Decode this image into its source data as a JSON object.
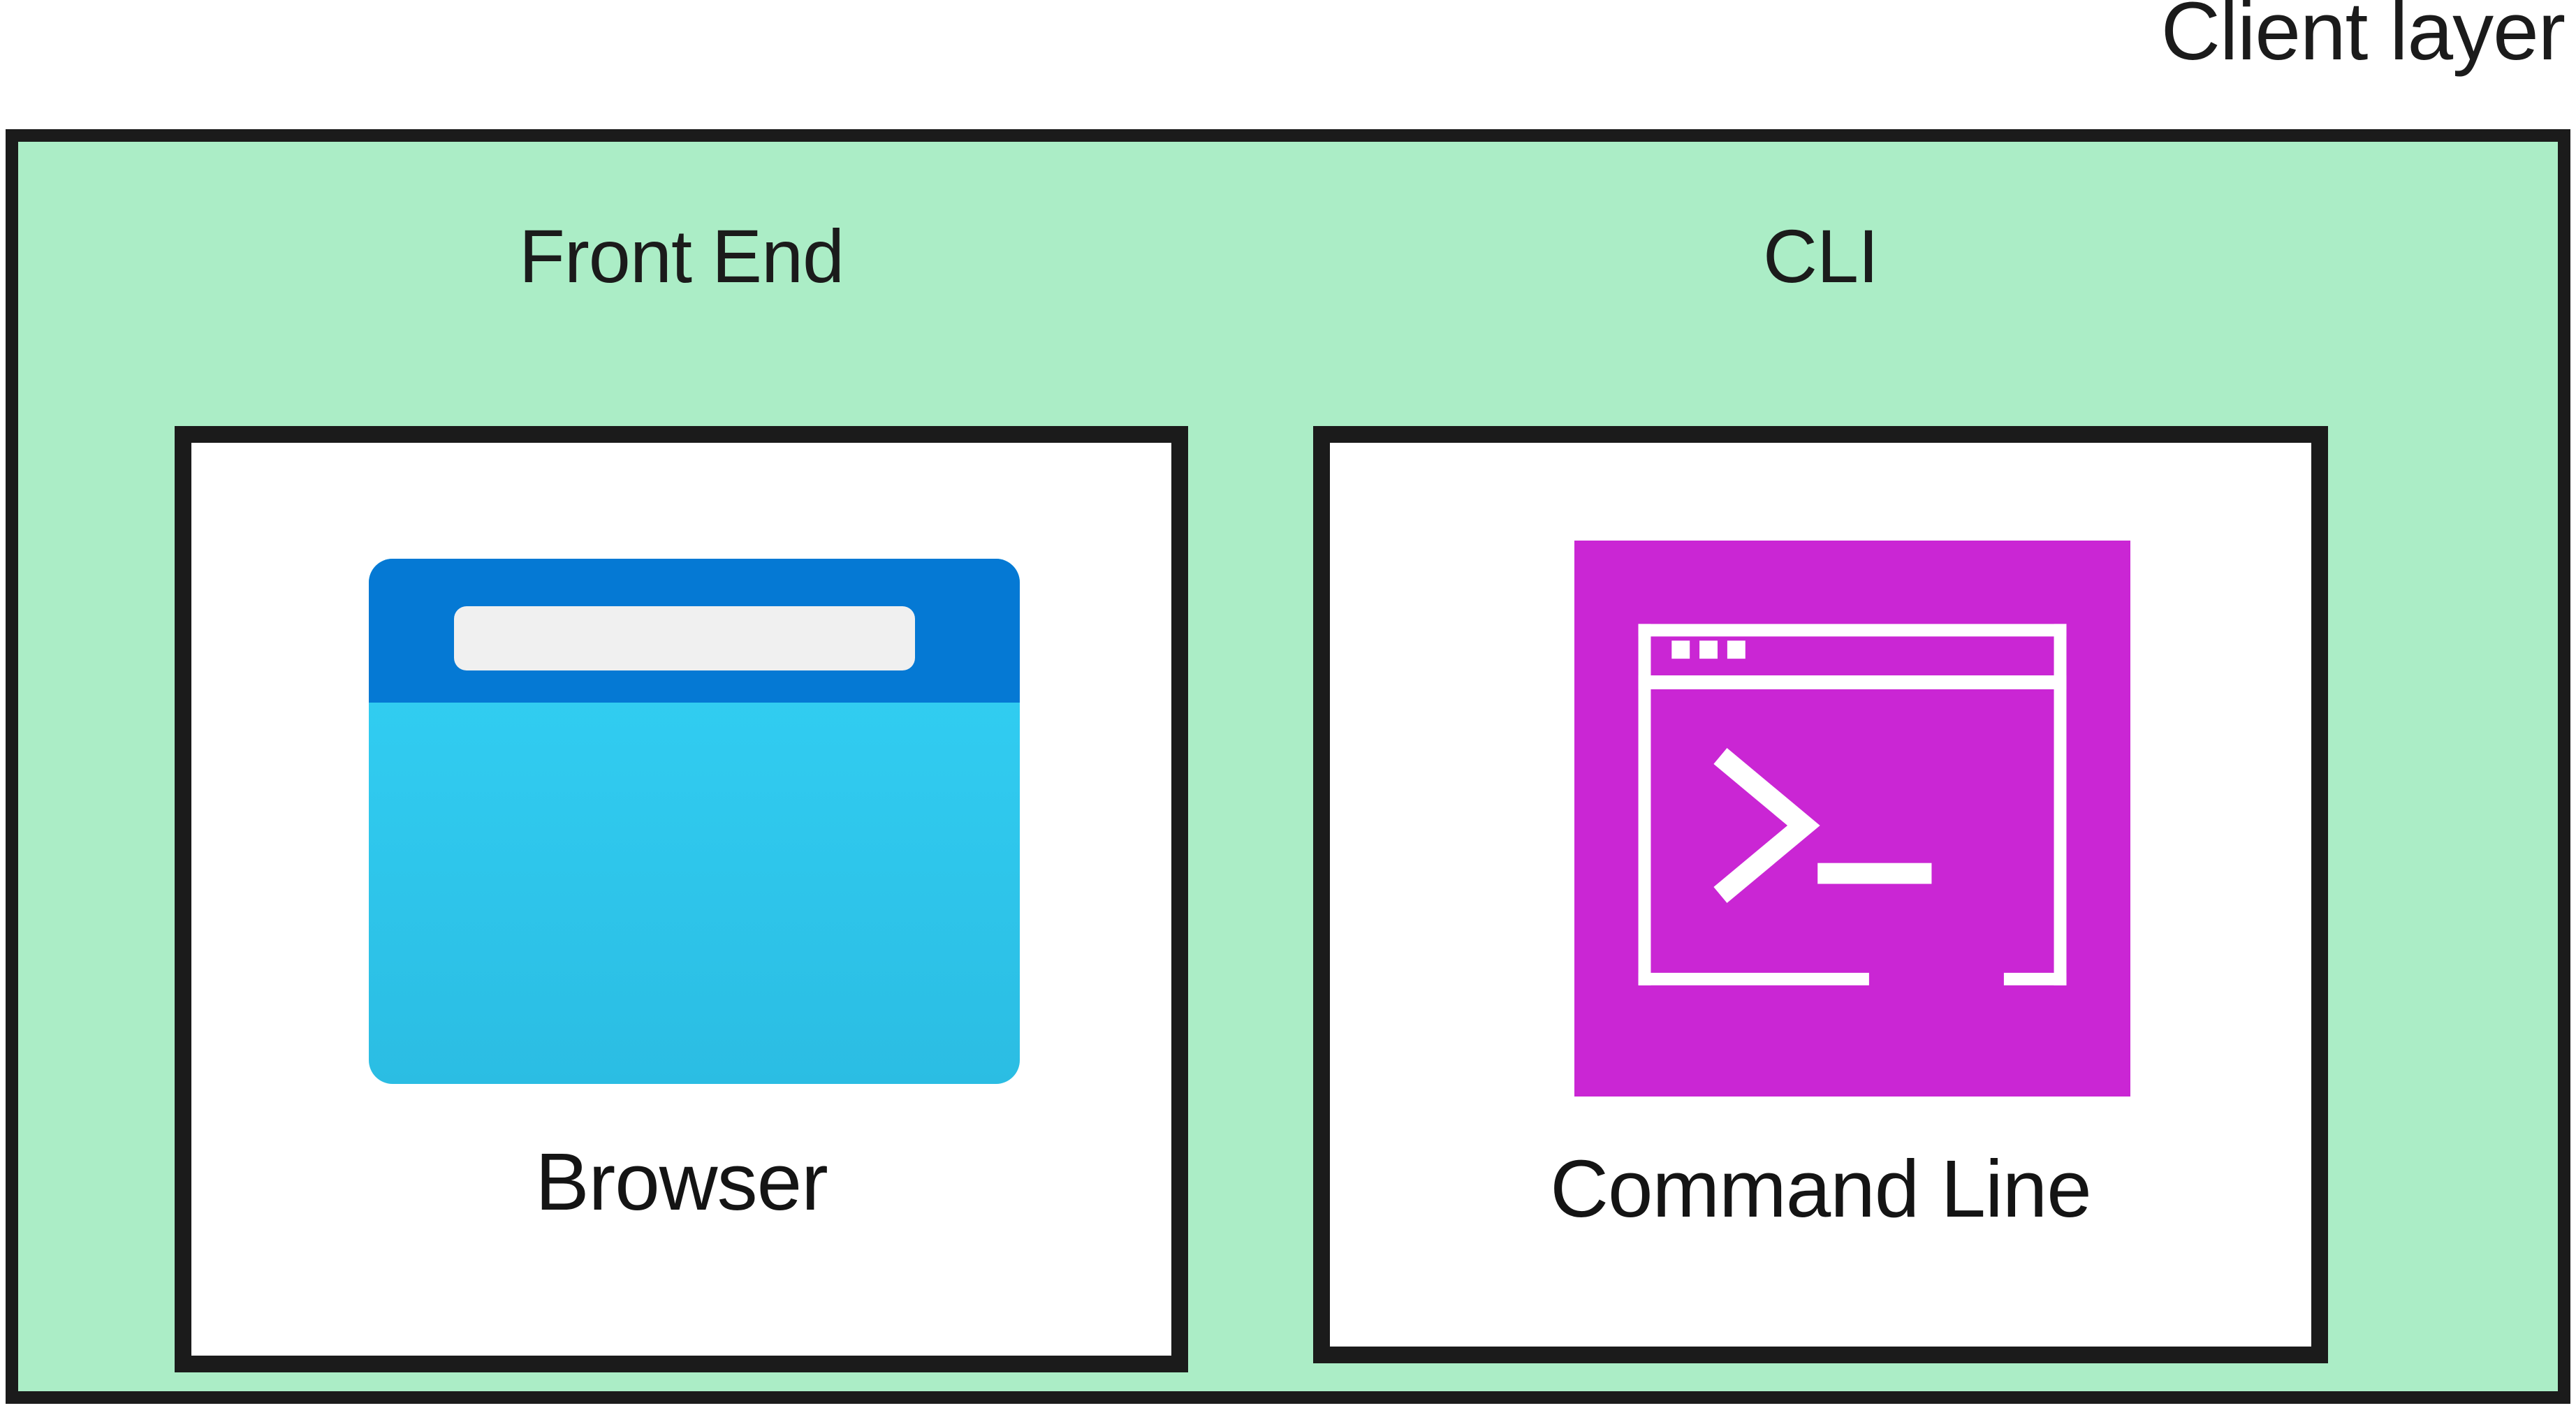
{
  "diagram": {
    "outer": {
      "caption": "Client layer",
      "fill_color": "#abedc6",
      "border_color": "#1b1b1b"
    },
    "groups": [
      {
        "id": "frontend",
        "label": "Front End",
        "item": {
          "caption": "Browser",
          "icon": "browser-window-icon",
          "icon_colors": {
            "titlebar": "#0579d4",
            "addressbar": "#f0f0f0",
            "body_top": "#33d2f6",
            "body_bottom": "#2bbde3"
          }
        }
      },
      {
        "id": "cli",
        "label": "CLI",
        "item": {
          "caption": "Command Line",
          "icon": "terminal-prompt-icon",
          "icon_colors": {
            "background": "#ca26d4",
            "stroke": "#ffffff"
          }
        }
      }
    ]
  }
}
